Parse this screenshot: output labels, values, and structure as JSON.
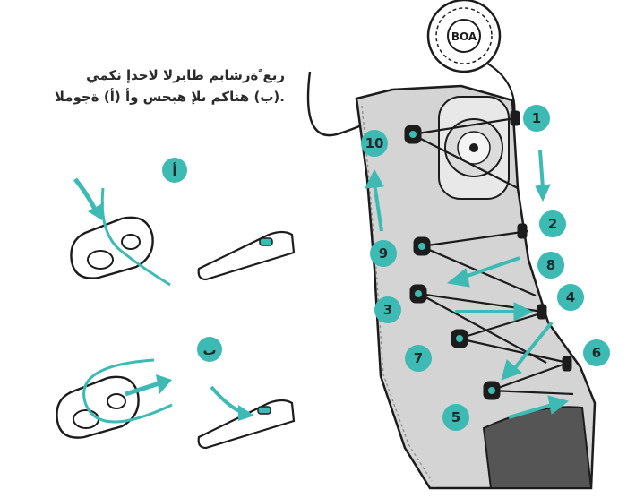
{
  "instruction": {
    "line1": "ربع ًةرشابم طابرلا لاخدإ نكمي",
    "line2": ".(ب) هناكم ىلإ هبحس وأ (أ) ةجوملا"
  },
  "dial": {
    "brand": "BOA"
  },
  "steps": [
    {
      "label": "1"
    },
    {
      "label": "2"
    },
    {
      "label": "3"
    },
    {
      "label": "4"
    },
    {
      "label": "5"
    },
    {
      "label": "6"
    },
    {
      "label": "7"
    },
    {
      "label": "8"
    },
    {
      "label": "9"
    },
    {
      "label": "10"
    }
  ],
  "options": {
    "a": "أ",
    "b": "ب"
  },
  "colors": {
    "accent": "#3cbab3",
    "brace": "#d4d4d4",
    "outline": "#1c1c1c",
    "shell": "#e8e8e8",
    "sole": "#555555"
  }
}
